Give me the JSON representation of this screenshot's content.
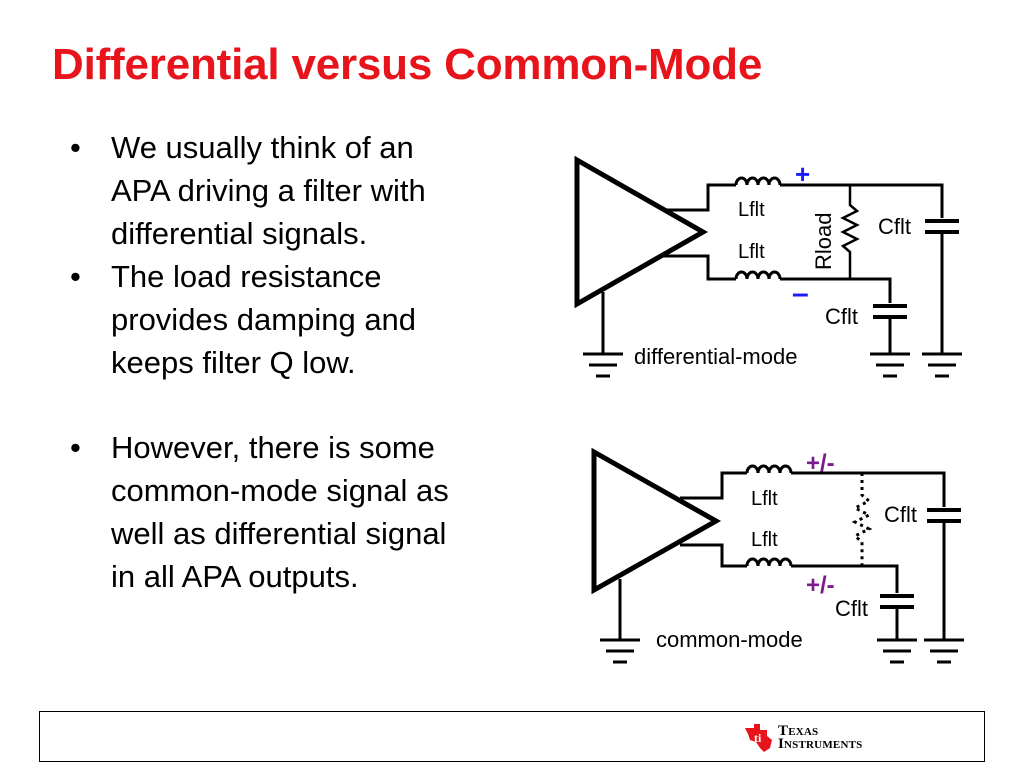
{
  "slide": {
    "title": "Differential versus Common-Mode",
    "bullets": [
      {
        "lines": [
          "We usually think of an",
          "APA driving a filter with",
          "differential signals."
        ]
      },
      {
        "lines": [
          "The load resistance",
          "provides damping and",
          "keeps filter Q low."
        ]
      },
      {
        "lines": [
          "However, there is some",
          "common-mode signal as",
          "well as differential signal",
          "in all APA outputs."
        ]
      }
    ]
  },
  "diagram_top": {
    "inductor_top_label": "Lflt",
    "inductor_bottom_label": "Lflt",
    "resistor_label": "Rload",
    "cap_right_label": "Cflt",
    "cap_bottom_label": "Cflt",
    "plus_sign": "+",
    "minus_sign": "–",
    "mode_label": "differential-mode"
  },
  "diagram_bottom": {
    "inductor_top_label": "Lflt",
    "inductor_bottom_label": "Lflt",
    "cap_right_label": "Cflt",
    "cap_bottom_label": "Cflt",
    "polarity_top": "+/-",
    "polarity_bottom": "+/-",
    "mode_label": "common-mode"
  },
  "footer": {
    "logo_line1": "Texas",
    "logo_line2": "Instruments"
  },
  "colors": {
    "title": "#e8141b",
    "plus": "#1a1aff",
    "minus": "#1a1aff",
    "polarity": "#7a1a8c",
    "logo_red": "#e8141b"
  }
}
